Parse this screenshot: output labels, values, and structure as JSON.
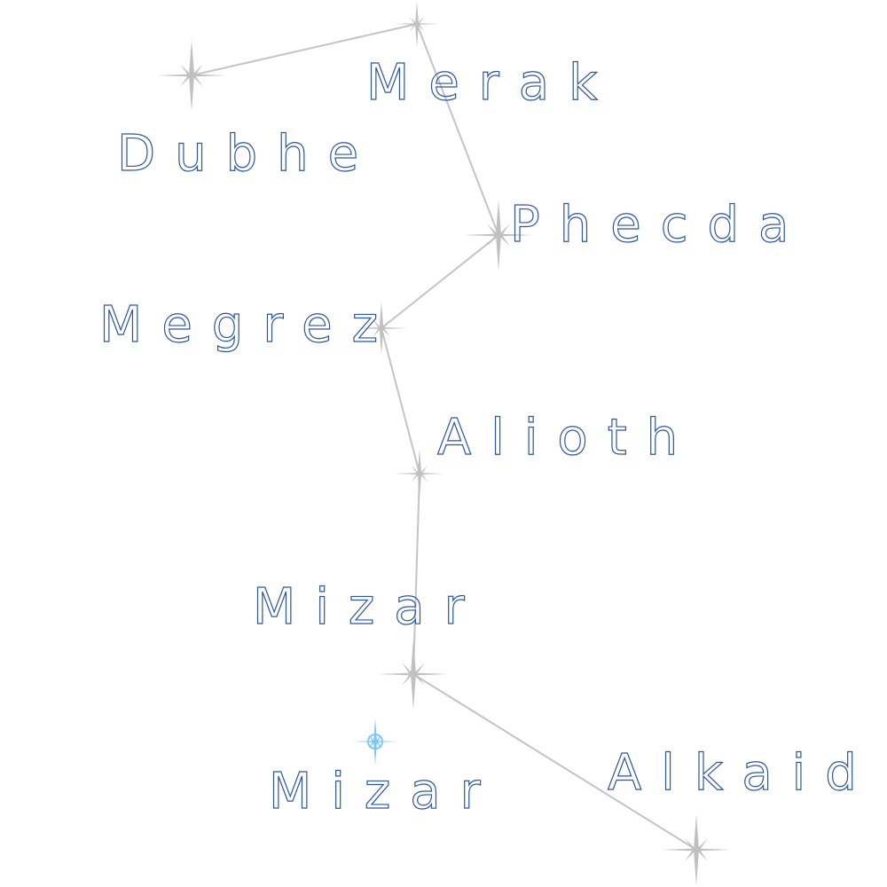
{
  "constellation": {
    "colors": {
      "star": "#c0c0c0",
      "line": "#c4c4c4",
      "label_outline": "#2c56a0",
      "companion_star": "#7ec8f6"
    },
    "stars": [
      {
        "id": "dubhe",
        "name": "Dubhe"
      },
      {
        "id": "merak",
        "name": "Merak"
      },
      {
        "id": "phecda",
        "name": "Phecda"
      },
      {
        "id": "megrez",
        "name": "Megrez"
      },
      {
        "id": "alioth",
        "name": "Alioth"
      },
      {
        "id": "mizar",
        "name": "Mizar"
      },
      {
        "id": "alkaid",
        "name": "Alkaid"
      },
      {
        "id": "alcor",
        "name": "Mizar"
      }
    ],
    "connections": [
      [
        "dubhe",
        "merak"
      ],
      [
        "merak",
        "phecda"
      ],
      [
        "phecda",
        "megrez"
      ],
      [
        "megrez",
        "alioth"
      ],
      [
        "alioth",
        "mizar"
      ],
      [
        "mizar",
        "alkaid"
      ]
    ]
  }
}
